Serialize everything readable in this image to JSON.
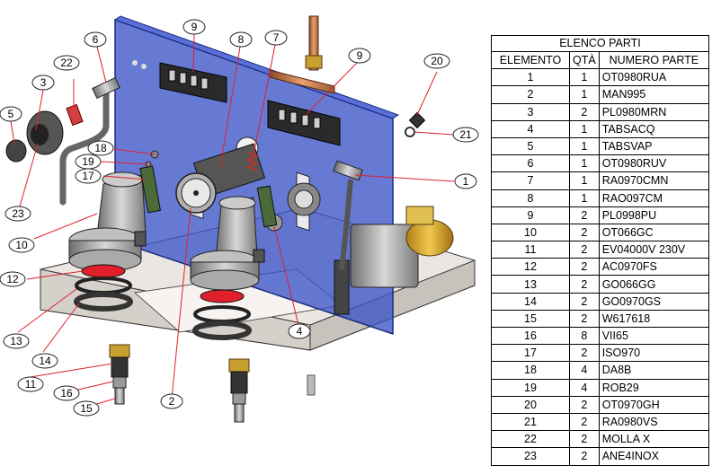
{
  "parts_list": {
    "title": "ELENCO PARTI",
    "headers": {
      "element": "ELEMENTO",
      "qty": "QTÀ",
      "part": "NUMERO PARTE"
    },
    "rows": [
      {
        "el": "1",
        "qty": "1",
        "part": "OT0980RUA"
      },
      {
        "el": "2",
        "qty": "1",
        "part": "MAN995"
      },
      {
        "el": "3",
        "qty": "2",
        "part": "PL0980MRN"
      },
      {
        "el": "4",
        "qty": "1",
        "part": "TABSACQ"
      },
      {
        "el": "5",
        "qty": "1",
        "part": "TABSVAP"
      },
      {
        "el": "6",
        "qty": "1",
        "part": "OT0980RUV"
      },
      {
        "el": "7",
        "qty": "1",
        "part": "RA0970CMN"
      },
      {
        "el": "8",
        "qty": "1",
        "part": "RAO097CM"
      },
      {
        "el": "9",
        "qty": "2",
        "part": "PL0998PU"
      },
      {
        "el": "10",
        "qty": "2",
        "part": "OT066GC"
      },
      {
        "el": "11",
        "qty": "2",
        "part": "EV04000V 230V"
      },
      {
        "el": "12",
        "qty": "2",
        "part": "AC0970FS"
      },
      {
        "el": "13",
        "qty": "2",
        "part": "GO066GG"
      },
      {
        "el": "14",
        "qty": "2",
        "part": "GO0970GS"
      },
      {
        "el": "15",
        "qty": "2",
        "part": "W617618"
      },
      {
        "el": "16",
        "qty": "8",
        "part": "VII65"
      },
      {
        "el": "17",
        "qty": "2",
        "part": "ISO970"
      },
      {
        "el": "18",
        "qty": "4",
        "part": "DA8B"
      },
      {
        "el": "19",
        "qty": "4",
        "part": "ROB29"
      },
      {
        "el": "20",
        "qty": "2",
        "part": "OT0970GH"
      },
      {
        "el": "21",
        "qty": "2",
        "part": "RA0980VS"
      },
      {
        "el": "22",
        "qty": "2",
        "part": "MOLLA X"
      },
      {
        "el": "23",
        "qty": "2",
        "part": "ANE4INOX"
      }
    ]
  },
  "callouts": {
    "c1": "1",
    "c2": "2",
    "c3": "3",
    "c4": "4",
    "c5": "5",
    "c6": "6",
    "c7": "7",
    "c8": "8",
    "c9a": "9",
    "c9b": "9",
    "c10": "10",
    "c11": "11",
    "c12": "12",
    "c13": "13",
    "c14": "14",
    "c15": "15",
    "c16": "16",
    "c17": "17",
    "c18": "18",
    "c19": "19",
    "c20": "20",
    "c21": "21",
    "c22": "22",
    "c23": "23"
  },
  "colors": {
    "panel": "#3b55c8",
    "base": "#ece6e0",
    "leader": "#e0202a",
    "metal": "#9a9a9a",
    "copper": "#c8784a",
    "pump": "#d8a830"
  }
}
